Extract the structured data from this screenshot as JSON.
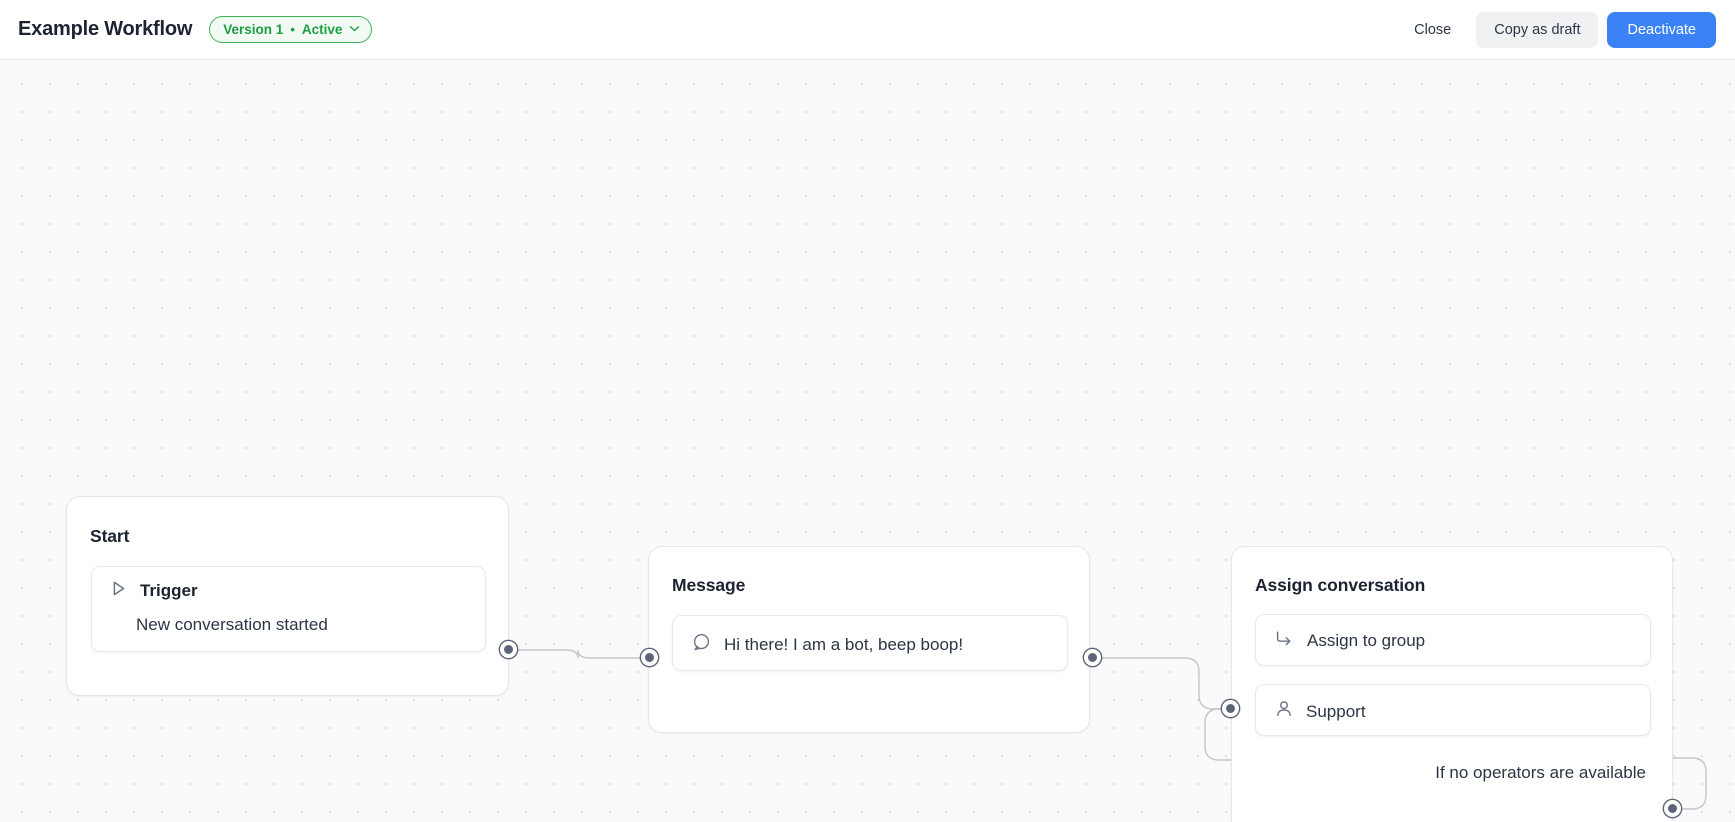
{
  "header": {
    "title": "Example Workflow",
    "badge": {
      "version": "Version 1",
      "separator": "•",
      "status": "Active",
      "chevron_icon": "chevron-down-icon"
    },
    "actions": {
      "close": "Close",
      "copy_as_draft": "Copy as draft",
      "deactivate": "Deactivate"
    },
    "colors": {
      "badge_green": "#1f9d45",
      "primary_blue": "#3b82f6",
      "title_dark": "#1c2331"
    }
  },
  "canvas": {
    "background": "#fafafa",
    "dot_color": "#dcdde1",
    "nodes": [
      {
        "id": "start",
        "title": "Start",
        "items": [
          {
            "icon": "play-triangle-icon",
            "label": "Trigger",
            "description": "New conversation started"
          }
        ]
      },
      {
        "id": "message",
        "title": "Message",
        "items": [
          {
            "icon": "speech-bubble-icon",
            "label": "Hi there! I am a bot, beep boop!"
          }
        ]
      },
      {
        "id": "assign",
        "title": "Assign conversation",
        "items": [
          {
            "icon": "arrow-turn-right-icon",
            "label": "Assign to group"
          },
          {
            "icon": "person-icon",
            "label": "Support"
          }
        ],
        "condition_label": "If no operators are available"
      }
    ],
    "handles": [
      {
        "id": "start-output",
        "node": "start"
      },
      {
        "id": "message-input",
        "node": "message"
      },
      {
        "id": "message-output",
        "node": "message"
      },
      {
        "id": "assign-input",
        "node": "assign"
      },
      {
        "id": "assign-fallback-output",
        "node": "assign"
      }
    ]
  }
}
